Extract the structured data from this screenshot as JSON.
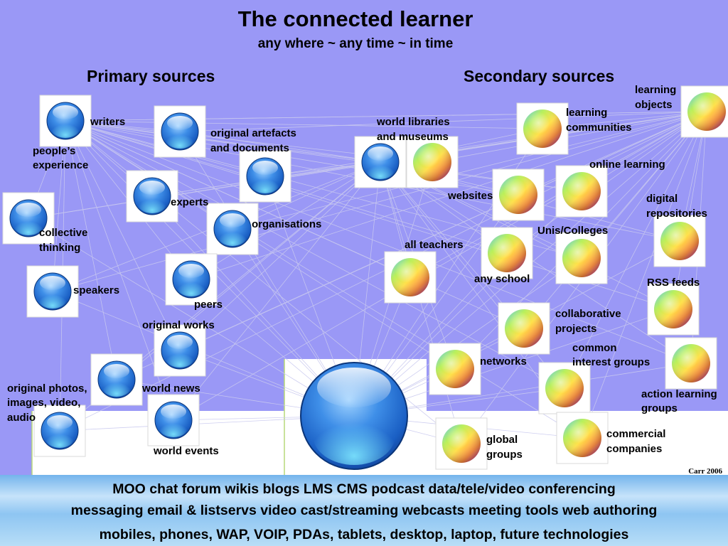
{
  "title": "The connected learner",
  "subtitle": "any where ~ any time ~ in time",
  "primary_header": "Primary sources",
  "secondary_header": "Secondary sources",
  "credit": "Carr 2006",
  "labels": {
    "writers": "writers",
    "peoples_experience_1": "people’s",
    "peoples_experience_2": "experience",
    "original_artefacts_1": "original artefacts",
    "original_artefacts_2": "and documents",
    "experts": "experts",
    "organisations": "organisations",
    "collective_thinking_1": "collective",
    "collective_thinking_2": "thinking",
    "speakers": "speakers",
    "peers": "peers",
    "original_works": "original works",
    "original_photos_1": "original photos,",
    "original_photos_2": "images, video,",
    "original_photos_3": "audio",
    "world_news": "world news",
    "world_events": "world events",
    "world_libraries_1": "world libraries",
    "world_libraries_2": "and museums",
    "learning_communities_1": "learning",
    "learning_communities_2": "communities",
    "learning_objects_1": "learning",
    "learning_objects_2": "objects",
    "online_learning": "online learning",
    "websites": "websites",
    "digital_repositories_1": "digital",
    "digital_repositories_2": "repositories",
    "unis_colleges": "Unis/Colleges",
    "all_teachers": "all teachers",
    "any_school": "any school",
    "rss_feeds": "RSS feeds",
    "collaborative_projects_1": "collaborative",
    "collaborative_projects_2": "projects",
    "common_interest_1": "common",
    "common_interest_2": "interest groups",
    "networks": "networks",
    "action_learning_1": "action learning",
    "action_learning_2": "groups",
    "commercial_companies_1": "commercial",
    "commercial_companies_2": "companies",
    "global_groups_1": "global",
    "global_groups_2": "groups"
  },
  "tools_line_1": "MOO   chat   forum   wikis   blogs   LMS   CMS   podcast   data/tele/video conferencing",
  "tools_line_2": "messaging  email & listservs  video cast/streaming  webcasts  meeting tools  web authoring",
  "tools_line_3": "mobiles, phones, WAP, VOIP, PDAs, tablets, desktop, laptop, future technologies",
  "colors": {
    "background": "#9a98f6",
    "primary_orb": "#2a7fe0",
    "center_orb": "#1f7fe0",
    "band": "#8ec5f2"
  }
}
